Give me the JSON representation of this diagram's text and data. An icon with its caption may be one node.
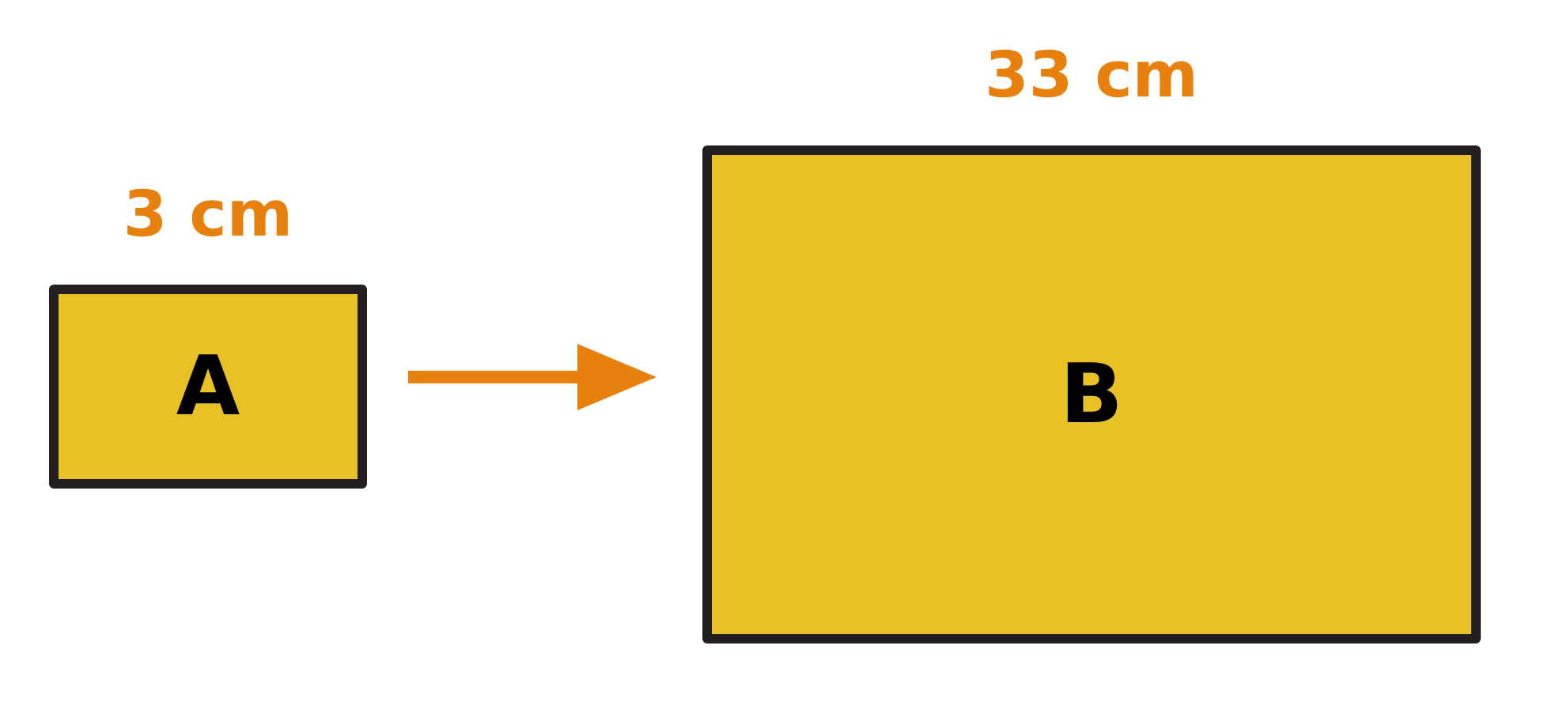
{
  "diagram": {
    "nodes": [
      {
        "text": [
          "A"
        ],
        "beside": [
          "3 cm"
        ]
      },
      {
        "text": [
          "B"
        ],
        "beside": [
          "33 cm"
        ]
      }
    ],
    "edges": [
      {
        "from": 0,
        "to": 1,
        "arrow": "to"
      }
    ]
  }
}
